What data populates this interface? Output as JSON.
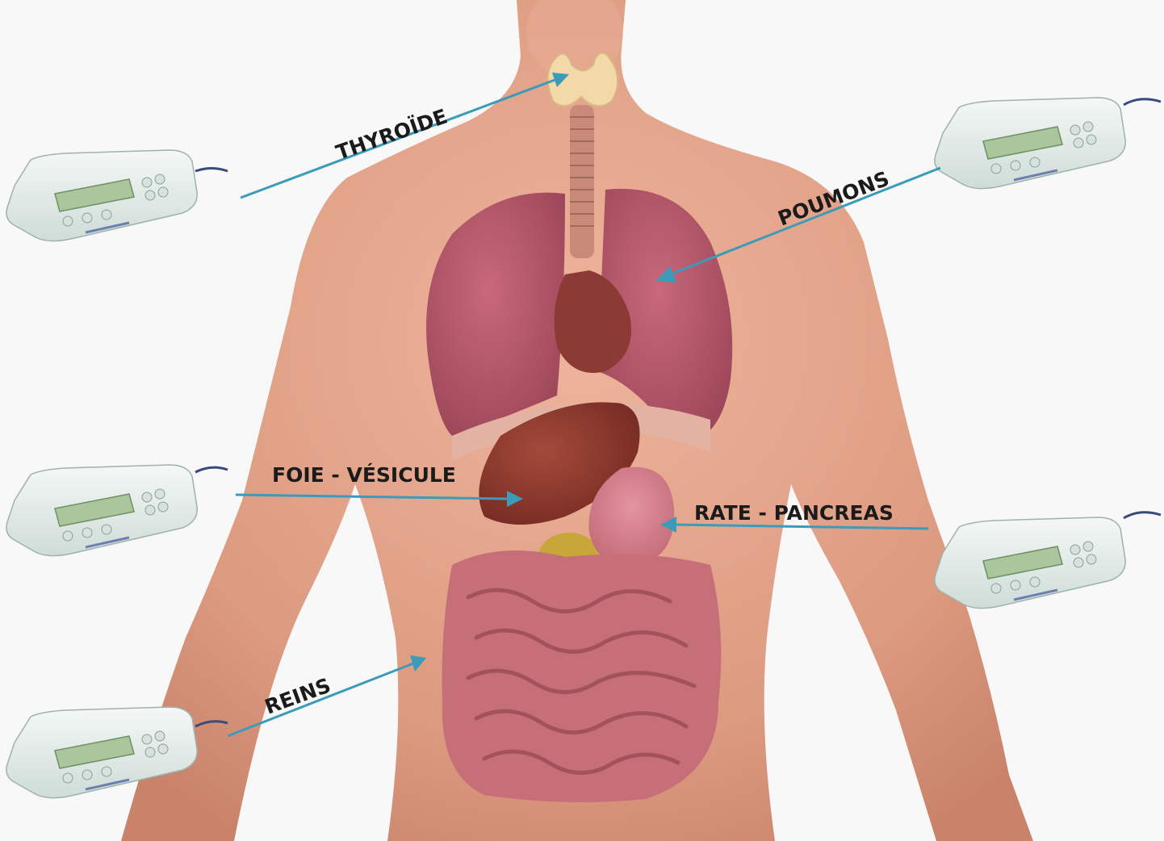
{
  "labels": {
    "thyroid": "THYROÏDE",
    "lungs": "POUMONS",
    "liver": "FOIE - VÉSICULE",
    "spleen": "RATE - PANCREAS",
    "kidneys": "REINS"
  },
  "colors": {
    "arrow": "#3b9bb8",
    "skin": "#e3a48a",
    "lung": "#b8586e",
    "liver": "#8e3a2e",
    "stomach": "#d6808a",
    "intestine": "#c66f78",
    "thyroid": "#f3d8a8",
    "device_body": "#e8efec",
    "device_screen": "#a9c79a"
  },
  "devices": [
    {
      "name": "device-thyroid",
      "icon": "electro-stimulation-device-icon"
    },
    {
      "name": "device-lungs",
      "icon": "electro-stimulation-device-icon"
    },
    {
      "name": "device-liver",
      "icon": "electro-stimulation-device-icon"
    },
    {
      "name": "device-spleen",
      "icon": "electro-stimulation-device-icon"
    },
    {
      "name": "device-kidneys",
      "icon": "electro-stimulation-device-icon"
    }
  ]
}
